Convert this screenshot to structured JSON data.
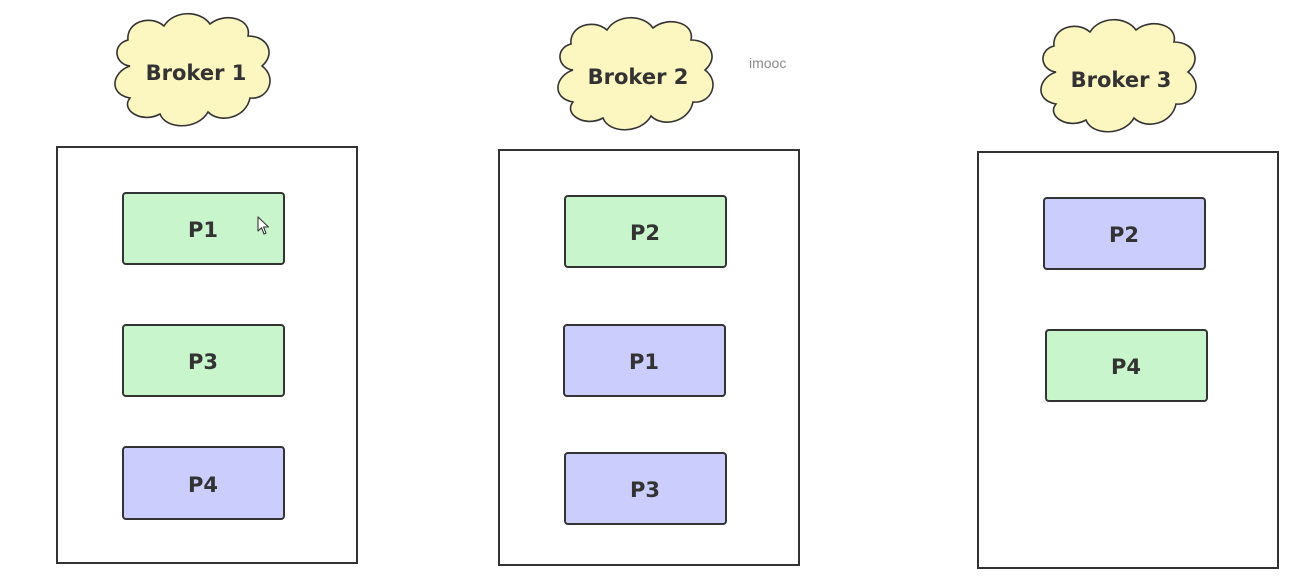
{
  "watermark": "imooc",
  "colors": {
    "cloud_fill": "#fcf6c0",
    "leader_fill": "#c8f5cb",
    "follower_fill": "#cbcdfc",
    "stroke": "#333333"
  },
  "brokers": [
    {
      "label": "Broker 1",
      "partitions": [
        {
          "label": "P1",
          "role": "leader"
        },
        {
          "label": "P3",
          "role": "leader"
        },
        {
          "label": "P4",
          "role": "follower"
        }
      ]
    },
    {
      "label": "Broker 2",
      "partitions": [
        {
          "label": "P2",
          "role": "leader"
        },
        {
          "label": "P1",
          "role": "follower"
        },
        {
          "label": "P3",
          "role": "follower"
        }
      ]
    },
    {
      "label": "Broker 3",
      "partitions": [
        {
          "label": "P2",
          "role": "follower"
        },
        {
          "label": "P4",
          "role": "leader"
        }
      ]
    }
  ]
}
